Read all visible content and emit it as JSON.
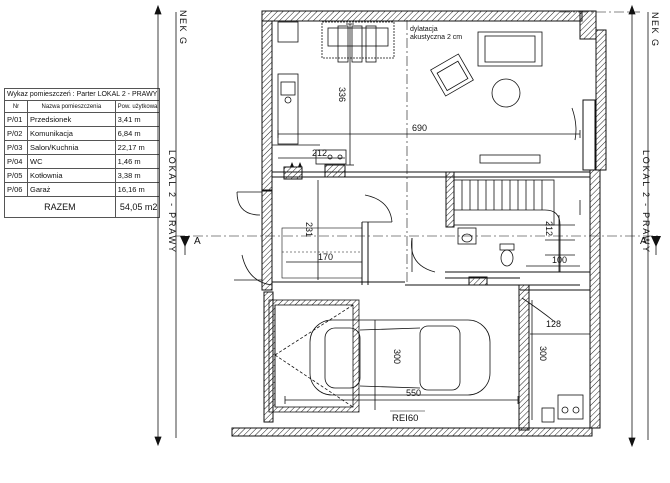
{
  "room_table": {
    "caption": "Wykaz pomieszczeń : Parter  LOKAL 2 - PRAWY",
    "headers": [
      "Nr",
      "Nazwa pomieszczenia",
      "Pow. użytkowa"
    ],
    "rows": [
      [
        "P/01",
        "Przedsionek",
        "3,41 m"
      ],
      [
        "P/02",
        "Komunikacja",
        "6,84 m"
      ],
      [
        "P/03",
        "Salon/Kuchnia",
        "22,17 m"
      ],
      [
        "P/04",
        "WC",
        "1,46 m"
      ],
      [
        "P/05",
        "Kotłownia",
        "3,38 m"
      ],
      [
        "P/06",
        "Garaż",
        "16,16 m"
      ]
    ],
    "total_label": "RAZEM",
    "total_value": "54,05 m2"
  },
  "axis_labels": {
    "left_top": "NEK G",
    "left_mid": "LOKAL 2 - PRAWY",
    "right_top": "NEK G",
    "right_mid": "LOKAL 2 - PRAWY"
  },
  "section_marker": "A",
  "plan_notes": {
    "dilatation_line1": "dylatacja",
    "dilatation_line2": "akustyczna 2 cm",
    "fire_rating": "REI60"
  },
  "dimensions": {
    "living_depth": "336",
    "living_width": "690",
    "kitchen_counter": "212",
    "hall_depth": "231",
    "hall_width": "170",
    "stair_width": "212",
    "wc_width": "100",
    "boiler_width": "128",
    "garage_depth": "300",
    "garage_width": "550",
    "boiler_depth": "300"
  }
}
